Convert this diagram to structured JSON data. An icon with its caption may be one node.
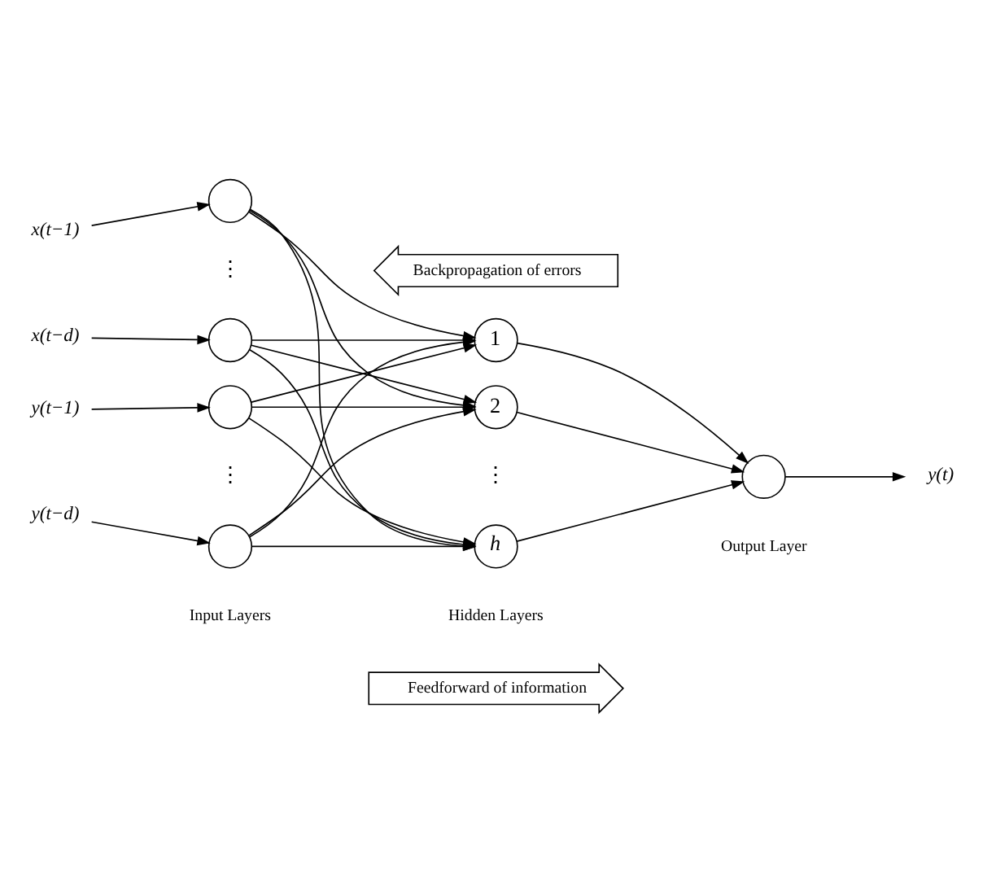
{
  "diagram": {
    "nodes": [
      {
        "text": [
          "Backpropagation of errors"
        ]
      },
      {
        "text": [
          "x(t−1)"
        ]
      },
      {
        "text": [],
        "shape": "circle"
      },
      {
        "text": [
          "x(t−d)"
        ]
      },
      {
        "text": [],
        "shape": "circle"
      },
      {
        "text": [
          "y(t−1)"
        ]
      },
      {
        "text": [],
        "shape": "circle"
      },
      {
        "text": [
          "y(t−d)"
        ]
      },
      {
        "text": [],
        "shape": "circle"
      },
      {
        "text": [
          "1"
        ]
      },
      {
        "text": [
          "2"
        ]
      },
      {
        "text": [
          "h"
        ]
      },
      {
        "text": [],
        "shape": "circle"
      },
      {
        "text": [
          "y(t)"
        ]
      },
      {
        "text": [
          "Feedforward of information"
        ]
      }
    ],
    "edges": [
      {
        "from": 1,
        "to": 2,
        "arrow": "to"
      },
      {
        "from": 3,
        "to": 4,
        "arrow": "to"
      },
      {
        "from": 5,
        "to": 6,
        "arrow": "to"
      },
      {
        "from": 7,
        "to": 8,
        "arrow": "to"
      },
      {
        "from": 2,
        "to": 9,
        "arrow": "to"
      },
      {
        "from": 2,
        "to": 10,
        "arrow": "to"
      },
      {
        "from": 2,
        "to": 11,
        "arrow": "to"
      },
      {
        "from": 4,
        "to": 9,
        "arrow": "to"
      },
      {
        "from": 4,
        "to": 10,
        "arrow": "to"
      },
      {
        "from": 4,
        "to": 11,
        "arrow": "to"
      },
      {
        "from": 6,
        "to": 9,
        "arrow": "to"
      },
      {
        "from": 6,
        "to": 10,
        "arrow": "to"
      },
      {
        "from": 6,
        "to": 11,
        "arrow": "to"
      },
      {
        "from": 8,
        "to": 9,
        "arrow": "to"
      },
      {
        "from": 8,
        "to": 10,
        "arrow": "to"
      },
      {
        "from": 8,
        "to": 11,
        "arrow": "to"
      },
      {
        "from": 9,
        "to": 12,
        "arrow": "to"
      },
      {
        "from": 10,
        "to": 12,
        "arrow": "to"
      },
      {
        "from": 11,
        "to": 12,
        "arrow": "to"
      },
      {
        "from": 12,
        "to": 13,
        "arrow": "to"
      }
    ],
    "labels": [
      "⋮",
      "⋮",
      "⋮",
      "Input Layers",
      "Hidden Layers",
      "Output Layer"
    ]
  }
}
